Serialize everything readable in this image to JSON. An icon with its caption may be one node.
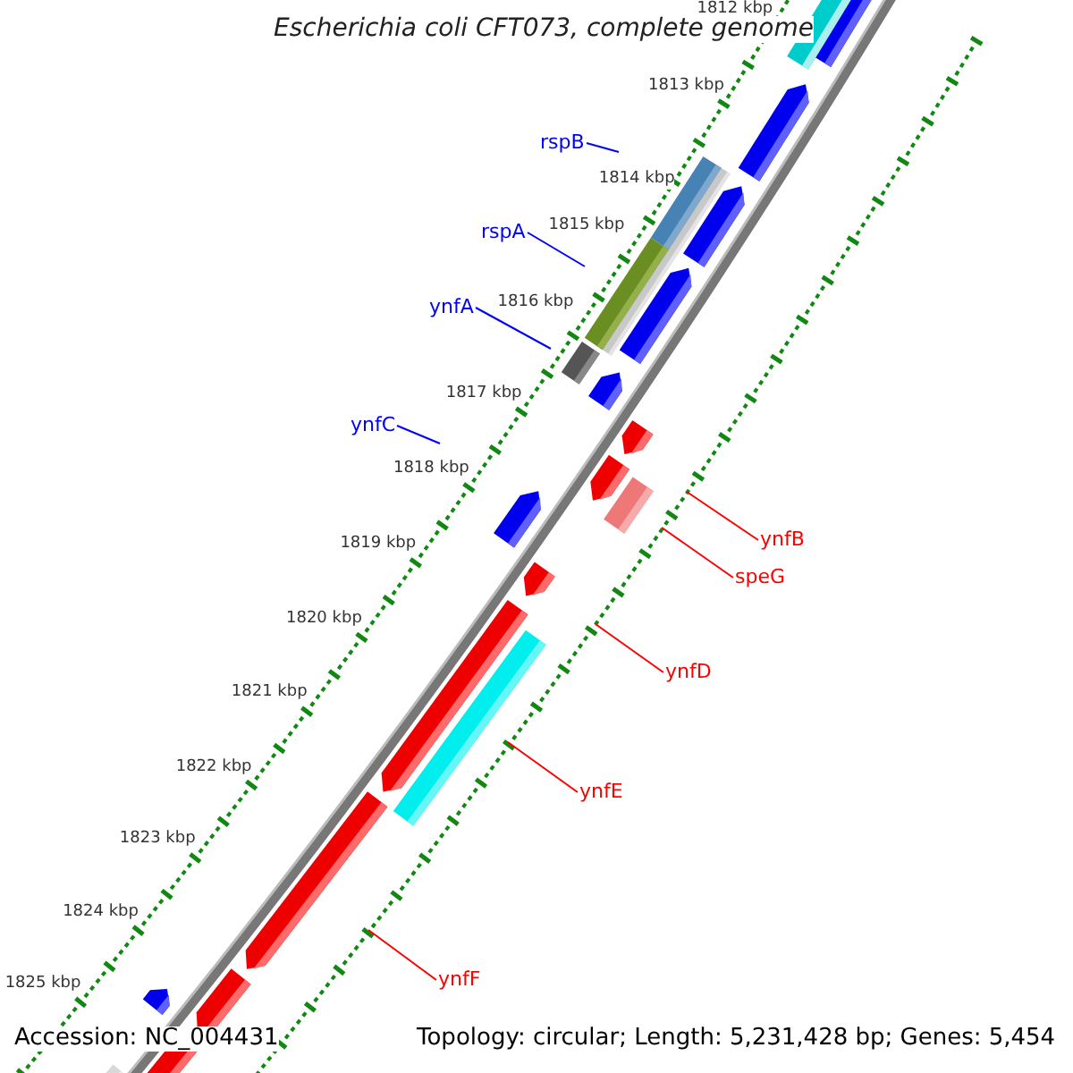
{
  "diagram": {
    "title": "Escherichia coli CFT073, complete genome",
    "nodes": [
      {
        "text": [
          "rspB"
        ]
      },
      {
        "text": [
          "rspA"
        ]
      },
      {
        "text": [
          "ynfA"
        ]
      },
      {
        "text": [
          "ynfC"
        ]
      },
      {
        "text": [
          "ynfB"
        ]
      },
      {
        "text": [
          "speG"
        ]
      },
      {
        "text": [
          "ynfD"
        ]
      },
      {
        "text": [
          "ynfE"
        ]
      },
      {
        "text": [
          "ynfF"
        ]
      }
    ],
    "edges": [
      {
        "from": 0,
        "to": null,
        "arrow": "none",
        "color": "#0000ff"
      },
      {
        "from": 1,
        "to": null,
        "arrow": "none",
        "color": "#0000ff"
      },
      {
        "from": 2,
        "to": null,
        "arrow": "none",
        "color": "#0000ff"
      },
      {
        "from": 3,
        "to": null,
        "arrow": "none",
        "color": "#0000ff"
      },
      {
        "from": 4,
        "to": null,
        "arrow": "none",
        "color": "#ff0000"
      },
      {
        "from": 5,
        "to": null,
        "arrow": "none",
        "color": "#ff0000"
      },
      {
        "from": 6,
        "to": null,
        "arrow": "none",
        "color": "#ff0000"
      },
      {
        "from": 7,
        "to": null,
        "arrow": "none",
        "color": "#ff0000"
      },
      {
        "from": 8,
        "to": null,
        "arrow": "none",
        "color": "#ff0000"
      }
    ],
    "labels": [
      "1812 kbp",
      "1813 kbp",
      "1814 kbp",
      "1815 kbp",
      "1816 kbp",
      "1817 kbp",
      "1818 kbp",
      "1819 kbp",
      "1820 kbp",
      "1821 kbp",
      "1822 kbp",
      "1823 kbp",
      "1824 kbp",
      "1825 kbp",
      "Accession: NC_004431",
      "Topology: circular; Length: 5,231,428 bp; Genes: 5,454"
    ]
  }
}
